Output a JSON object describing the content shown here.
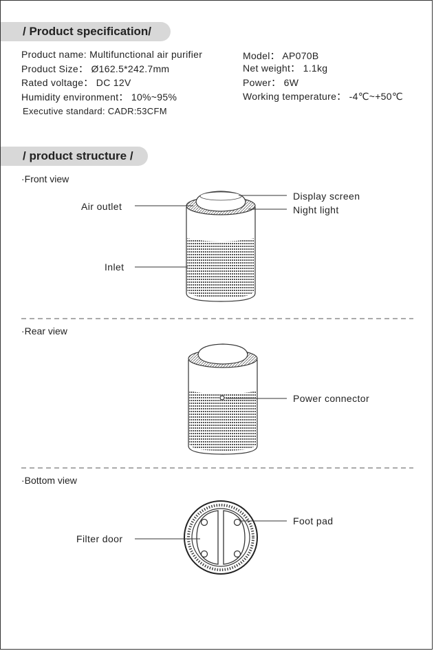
{
  "spec_section": {
    "title": "/ Product specification/",
    "left": [
      "Product name: Multifunctional air purifier",
      "Product Size： Ø162.5*242.7mm",
      "Rated voltage： DC 12V",
      "Humidity environment： 10%~95%",
      "Executive standard:  CADR:53CFM"
    ],
    "right": [
      "Model：  AP070B",
      "Net weight： 1.1kg",
      "Power：  6W",
      "Working temperature： -4℃~+50℃"
    ]
  },
  "structure_section": {
    "title": "/ product structure /",
    "front": {
      "label": "·Front view",
      "display_screen": "Display screen",
      "night_light": "Night light",
      "air_outlet": "Air outlet",
      "inlet": "Inlet"
    },
    "rear": {
      "label": "·Rear view",
      "power_connector": "Power connector"
    },
    "bottom": {
      "label": "·Bottom view",
      "foot_pad": "Foot pad",
      "filter_door": "Filter door"
    }
  }
}
